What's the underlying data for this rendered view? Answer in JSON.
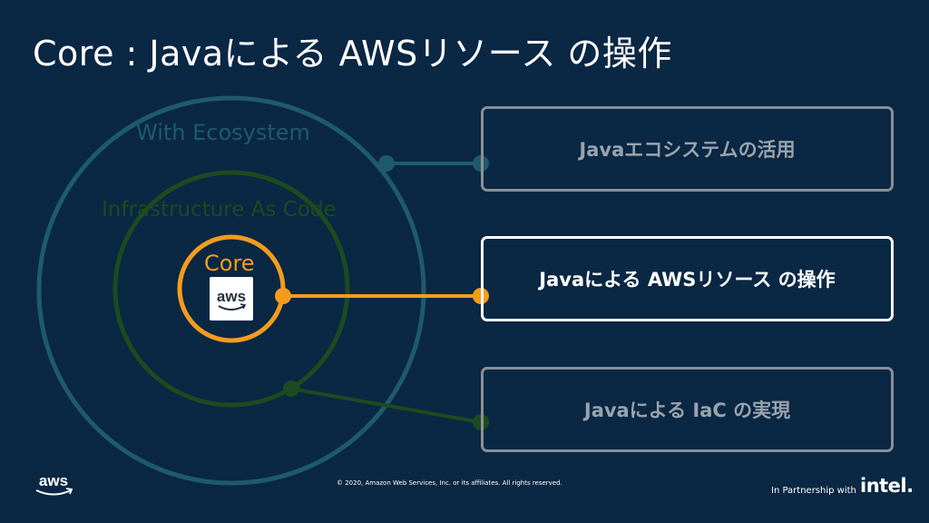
{
  "slide": {
    "title": "Core : Javaによる AWSリソース の操作",
    "background_color": "#0a2744"
  },
  "diagram": {
    "rings": [
      {
        "label": "With Ecosystem",
        "color": "#1e5a6e"
      },
      {
        "label": "Infrastructure As Code",
        "color": "#1d4a1f"
      },
      {
        "label": "Core",
        "color": "#f39c1e"
      }
    ],
    "core_logo_icon": "aws-logo-icon"
  },
  "boxes": {
    "ecosystem": {
      "label": "Javaエコシステムの活用",
      "state": "inactive"
    },
    "core": {
      "label": "Javaによる AWSリソース の操作",
      "state": "active"
    },
    "iac": {
      "label": "Javaによる IaC の実現",
      "state": "inactive"
    }
  },
  "footer": {
    "logo_icon": "aws-logo-icon",
    "copyright": "© 2020, Amazon Web Services, Inc. or its affiliates. All rights reserved.",
    "partner_text": "In Partnership with",
    "partner_logo": "intel."
  }
}
